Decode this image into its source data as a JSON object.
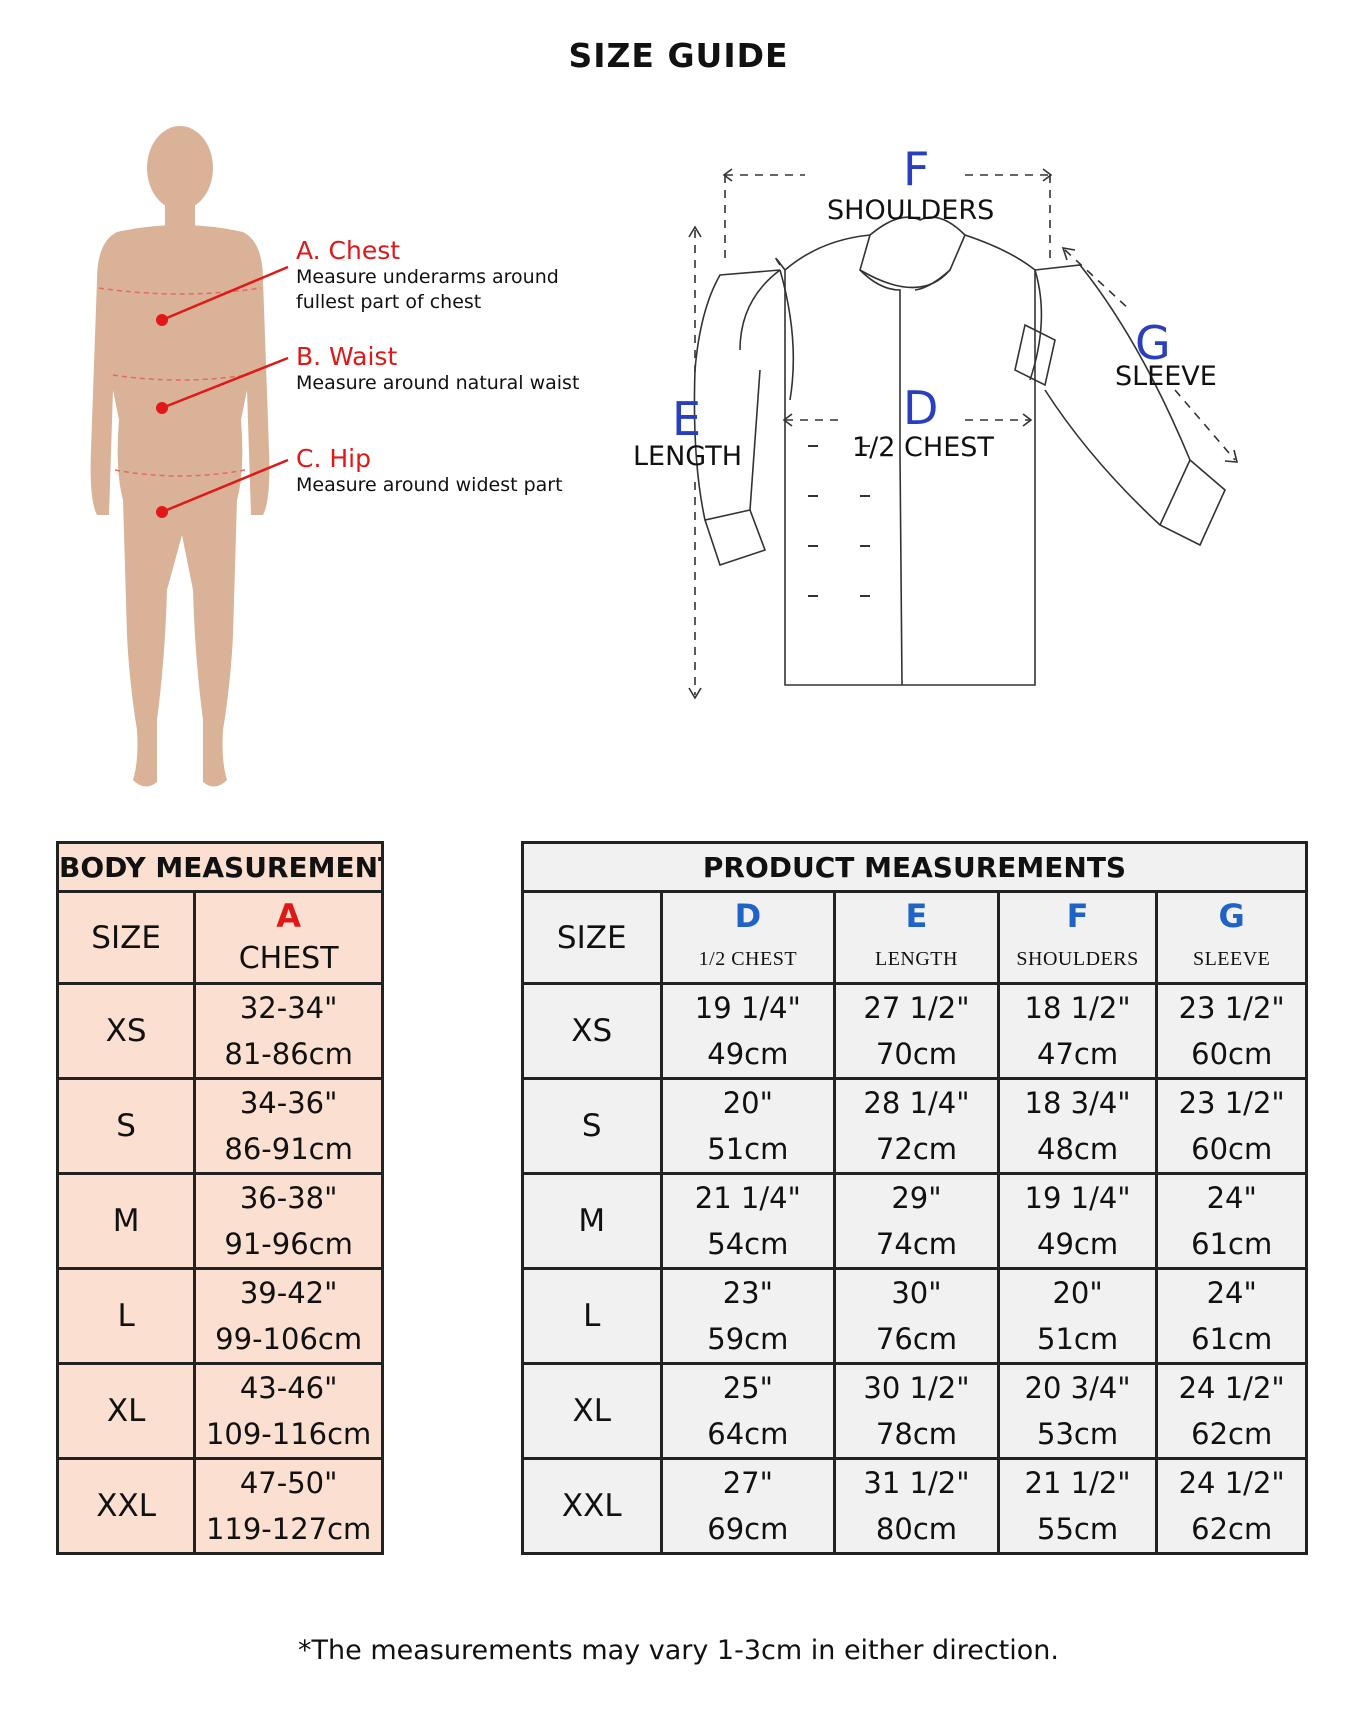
{
  "title": "SIZE GUIDE",
  "body_callouts": [
    {
      "head": "A. Chest",
      "desc": [
        "Measure underarms around",
        "fullest part of chest"
      ]
    },
    {
      "head": "B. Waist",
      "desc": [
        "Measure around natural waist"
      ]
    },
    {
      "head": "C. Hip",
      "desc": [
        "Measure around widest part"
      ]
    }
  ],
  "jacket_labels": {
    "F": {
      "letter": "F",
      "word": "SHOULDERS"
    },
    "G": {
      "letter": "G",
      "word": "SLEEVE"
    },
    "E": {
      "letter": "E",
      "word": "LENGTH"
    },
    "D": {
      "letter": "D",
      "word": "1/2 CHEST"
    }
  },
  "body_table": {
    "title": "BODY MEASUREMENTS",
    "size_header": "SIZE",
    "col_letter": "A",
    "col_word": "CHEST",
    "rows": [
      {
        "size": "XS",
        "in": "32-34\"",
        "cm": "81-86cm"
      },
      {
        "size": "S",
        "in": "34-36\"",
        "cm": "86-91cm"
      },
      {
        "size": "M",
        "in": "36-38\"",
        "cm": "91-96cm"
      },
      {
        "size": "L",
        "in": "39-42\"",
        "cm": "99-106cm"
      },
      {
        "size": "XL",
        "in": "43-46\"",
        "cm": "109-116cm"
      },
      {
        "size": "XXL",
        "in": "47-50\"",
        "cm": "119-127cm"
      }
    ]
  },
  "product_table": {
    "title": "PRODUCT MEASUREMENTS",
    "size_header": "SIZE",
    "columns": [
      {
        "letter": "D",
        "word": "1/2 CHEST"
      },
      {
        "letter": "E",
        "word": "LENGTH"
      },
      {
        "letter": "F",
        "word": "SHOULDERS"
      },
      {
        "letter": "G",
        "word": "SLEEVE"
      }
    ],
    "rows": [
      {
        "size": "XS",
        "cells": [
          [
            "19 1/4\"",
            "49cm"
          ],
          [
            "27 1/2\"",
            "70cm"
          ],
          [
            "18 1/2\"",
            "47cm"
          ],
          [
            "23 1/2\"",
            "60cm"
          ]
        ]
      },
      {
        "size": "S",
        "cells": [
          [
            "20\"",
            "51cm"
          ],
          [
            "28 1/4\"",
            "72cm"
          ],
          [
            "18 3/4\"",
            "48cm"
          ],
          [
            "23 1/2\"",
            "60cm"
          ]
        ]
      },
      {
        "size": "M",
        "cells": [
          [
            "21 1/4\"",
            "54cm"
          ],
          [
            "29\"",
            "74cm"
          ],
          [
            "19 1/4\"",
            "49cm"
          ],
          [
            "24\"",
            "61cm"
          ]
        ]
      },
      {
        "size": "L",
        "cells": [
          [
            "23\"",
            "59cm"
          ],
          [
            "30\"",
            "76cm"
          ],
          [
            "20\"",
            "51cm"
          ],
          [
            "24\"",
            "61cm"
          ]
        ]
      },
      {
        "size": "XL",
        "cells": [
          [
            "25\"",
            "64cm"
          ],
          [
            "30 1/2\"",
            "78cm"
          ],
          [
            "20 3/4\"",
            "53cm"
          ],
          [
            "24 1/2\"",
            "62cm"
          ]
        ]
      },
      {
        "size": "XXL",
        "cells": [
          [
            "27\"",
            "69cm"
          ],
          [
            "31 1/2\"",
            "80cm"
          ],
          [
            "21 1/2\"",
            "55cm"
          ],
          [
            "24 1/2\"",
            "62cm"
          ]
        ]
      }
    ]
  },
  "footnote": "*The measurements may vary 1-3cm in either direction.",
  "colors": {
    "accent_red": "#e01818",
    "letter_blue": "#1f63c7",
    "jacket_blue": "#2a3fbf",
    "body_fill": "#fbdfd1",
    "product_fill": "#f1f1f1",
    "skin": "#d9b298"
  }
}
